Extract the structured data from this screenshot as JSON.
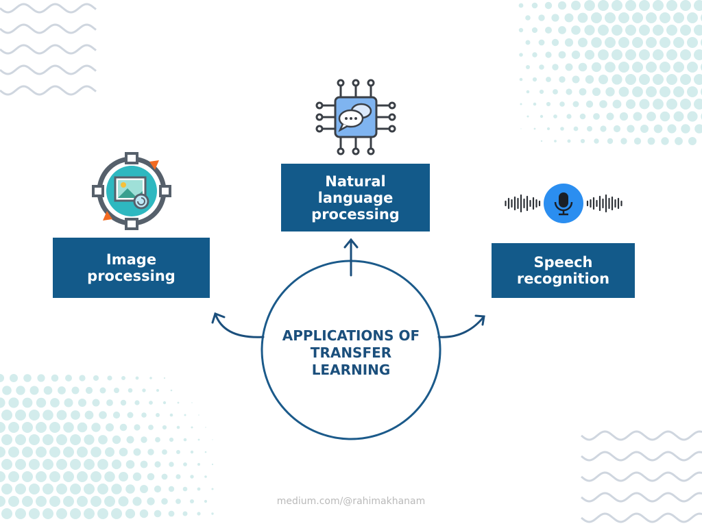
{
  "center": {
    "title": "APPLICATIONS OF\nTRANSFER\nLEARNING"
  },
  "boxes": {
    "image_processing": "Image\nprocessing",
    "nlp": "Natural\nlanguage\nprocessing",
    "speech": "Speech\nrecognition"
  },
  "credit": "medium.com/@rahimakhanam",
  "colors": {
    "box_fill": "#135a8a",
    "circle_stroke": "#1b5a8a",
    "title_text": "#1b4f7c",
    "dots": "#d3ecec",
    "waves": "#cfd6df",
    "mic_circle": "#2b8ef0",
    "nlp_chip": "#7fb4f0",
    "image_ring": "#2eb8c0",
    "arrow_orange": "#f26a21"
  },
  "icons": [
    "image-processing-icon",
    "ai-chip-chat-icon",
    "microphone-soundwave-icon"
  ]
}
